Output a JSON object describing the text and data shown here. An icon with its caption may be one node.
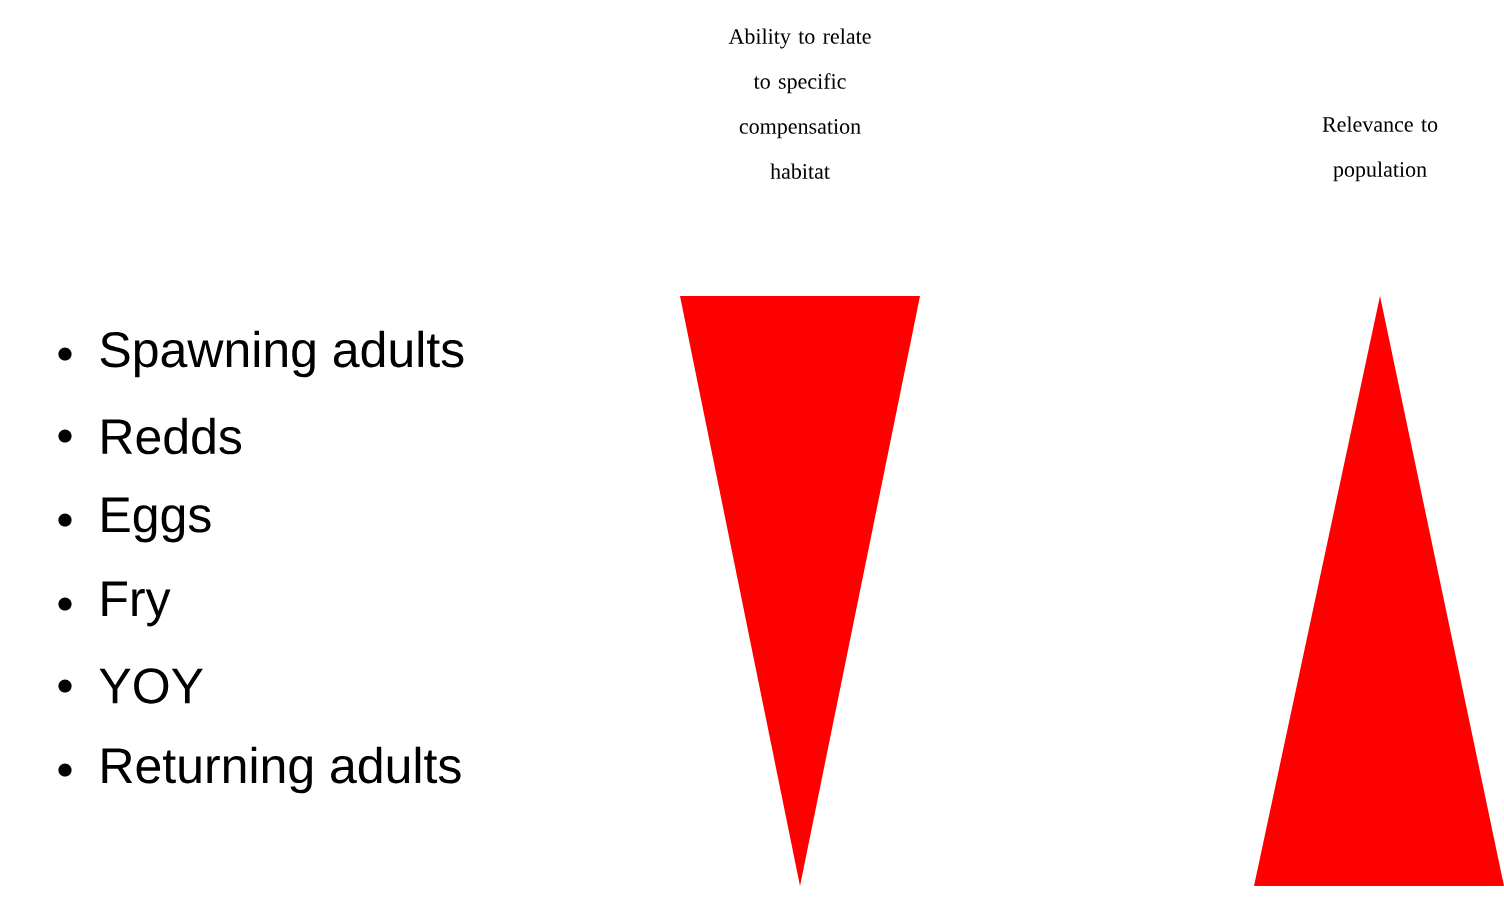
{
  "diagram": {
    "nodes": [
      {
        "text": [],
        "shape": "triangle"
      },
      {
        "text": [],
        "shape": "triangle"
      }
    ],
    "labels": [
      "Ability to relate to specific compensation habitat",
      "Relevance to population",
      "Spawning adults",
      "Redds",
      "Eggs",
      "Fry",
      "YOY",
      "Returning adults"
    ]
  }
}
